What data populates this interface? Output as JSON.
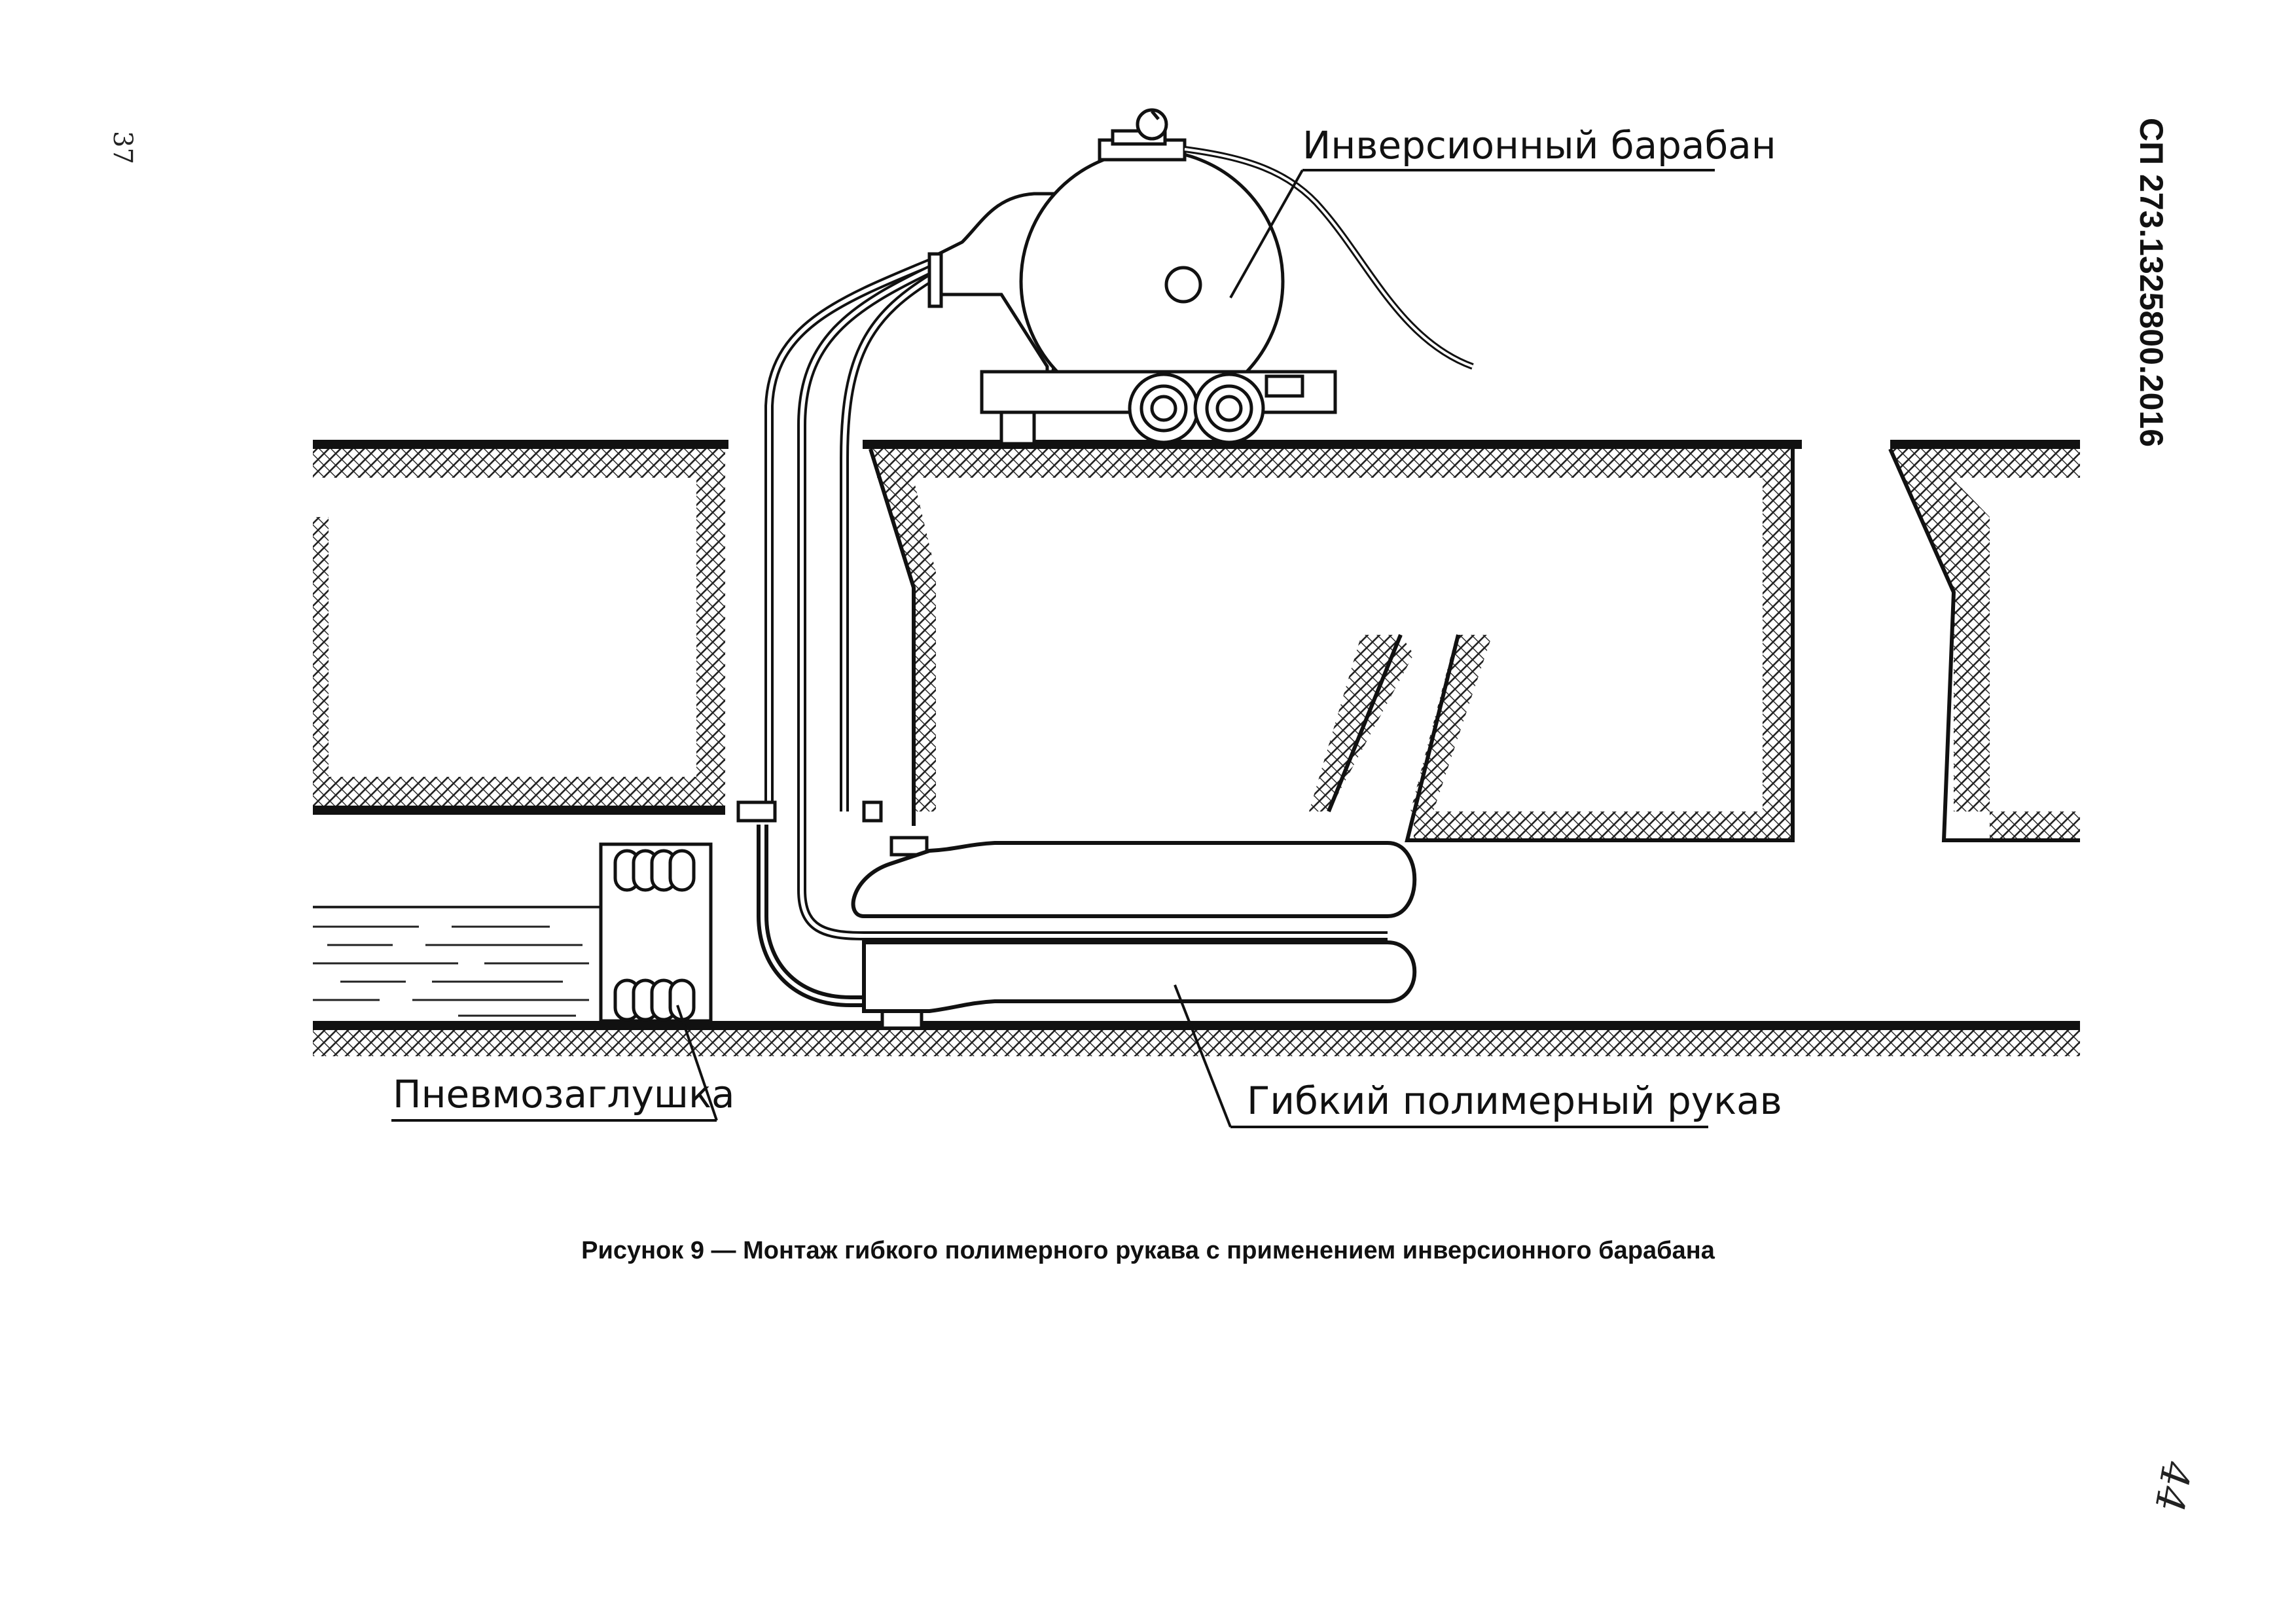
{
  "document": {
    "code": "СП 273.1325800.2016",
    "handwritten_page_left": "37",
    "handwritten_page_right": "44"
  },
  "figure": {
    "labels": {
      "drum": "Инверсионный барабан",
      "plug": "Пневмозаглушка",
      "hose": "Гибкий полимерный рукав"
    },
    "caption": "Рисунок 9 — Монтаж гибкого полимерного рукава с применением инверсионного барабана"
  }
}
